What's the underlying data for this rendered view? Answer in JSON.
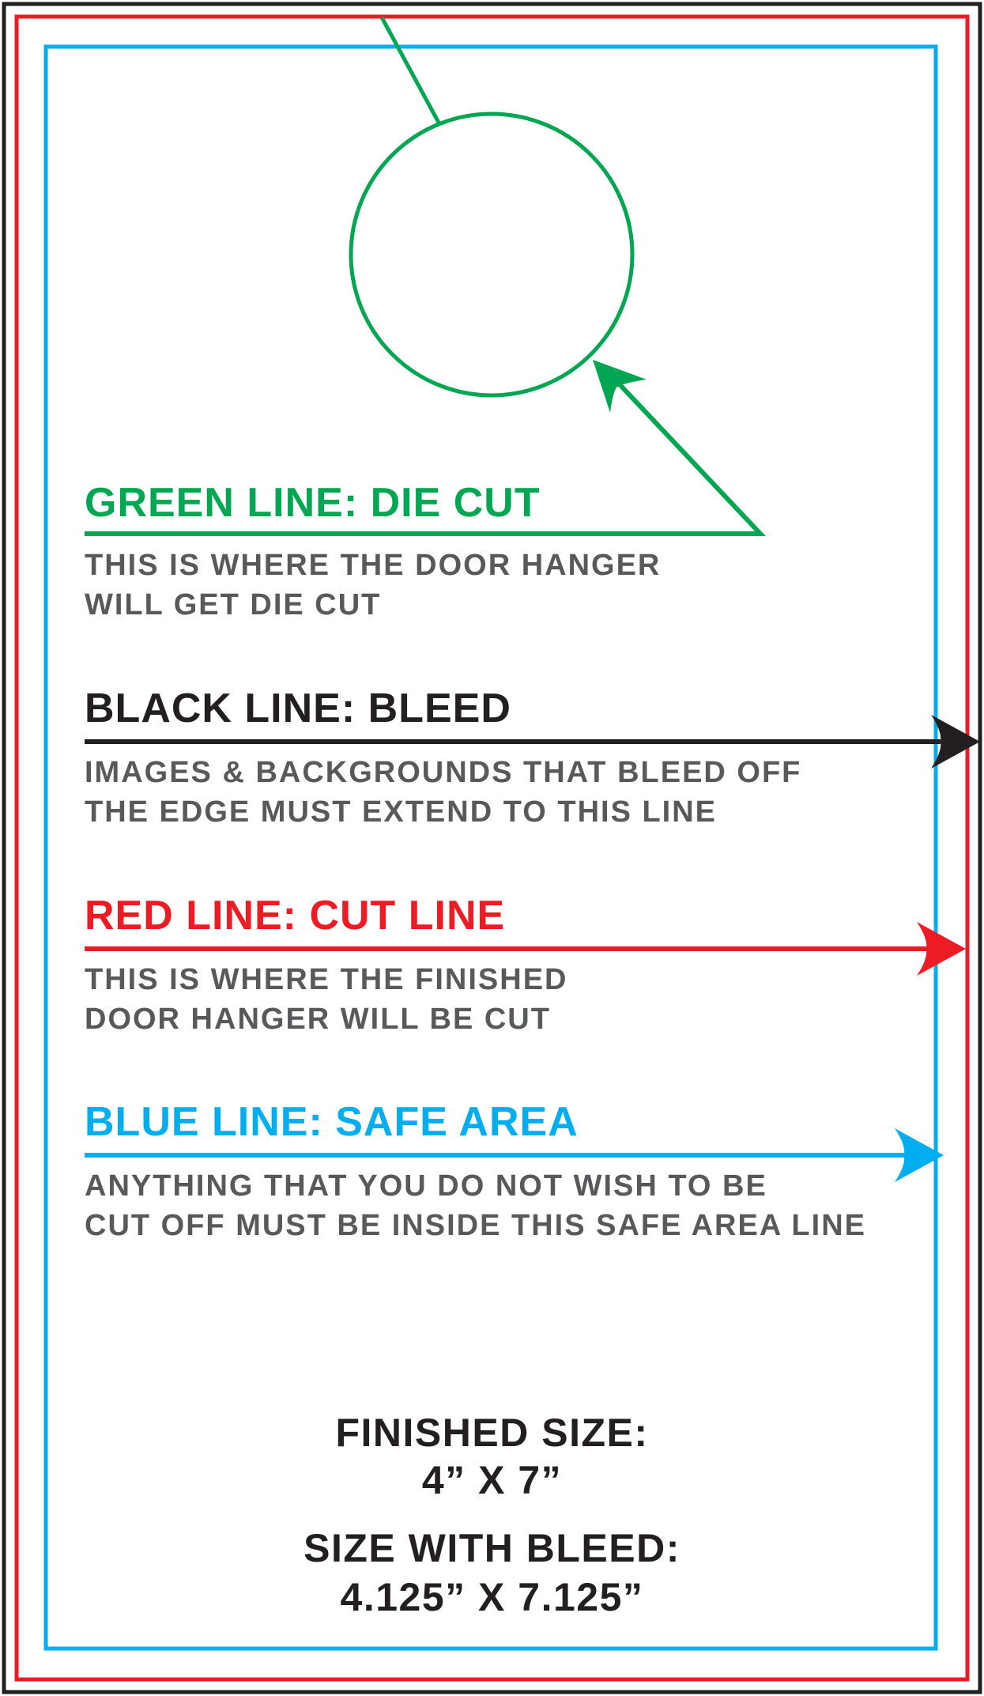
{
  "colors": {
    "green": "#00a651",
    "black": "#231f20",
    "red": "#ed1c24",
    "blue": "#00aeef",
    "gray_text": "#58595b"
  },
  "sections": [
    {
      "key": "green",
      "heading": "GREEN LINE: DIE CUT",
      "description": [
        "THIS IS WHERE THE DOOR HANGER",
        "WILL GET DIE CUT"
      ]
    },
    {
      "key": "black",
      "heading": "BLACK LINE: BLEED",
      "description": [
        "IMAGES & BACKGROUNDS THAT BLEED OFF",
        "THE EDGE MUST EXTEND TO THIS LINE"
      ]
    },
    {
      "key": "red",
      "heading": "RED LINE: CUT LINE",
      "description": [
        "THIS IS WHERE THE FINISHED",
        "DOOR HANGER WILL BE CUT"
      ]
    },
    {
      "key": "blue",
      "heading": "BLUE LINE: SAFE AREA",
      "description": [
        "ANYTHING THAT YOU DO NOT WISH TO BE",
        "CUT OFF MUST BE INSIDE THIS SAFE AREA LINE"
      ]
    }
  ],
  "sizes": {
    "finished_label": "FINISHED SIZE:",
    "finished_value": "4” X 7”",
    "bleed_label": "SIZE WITH BLEED:",
    "bleed_value": "4.125” X 7.125”"
  }
}
